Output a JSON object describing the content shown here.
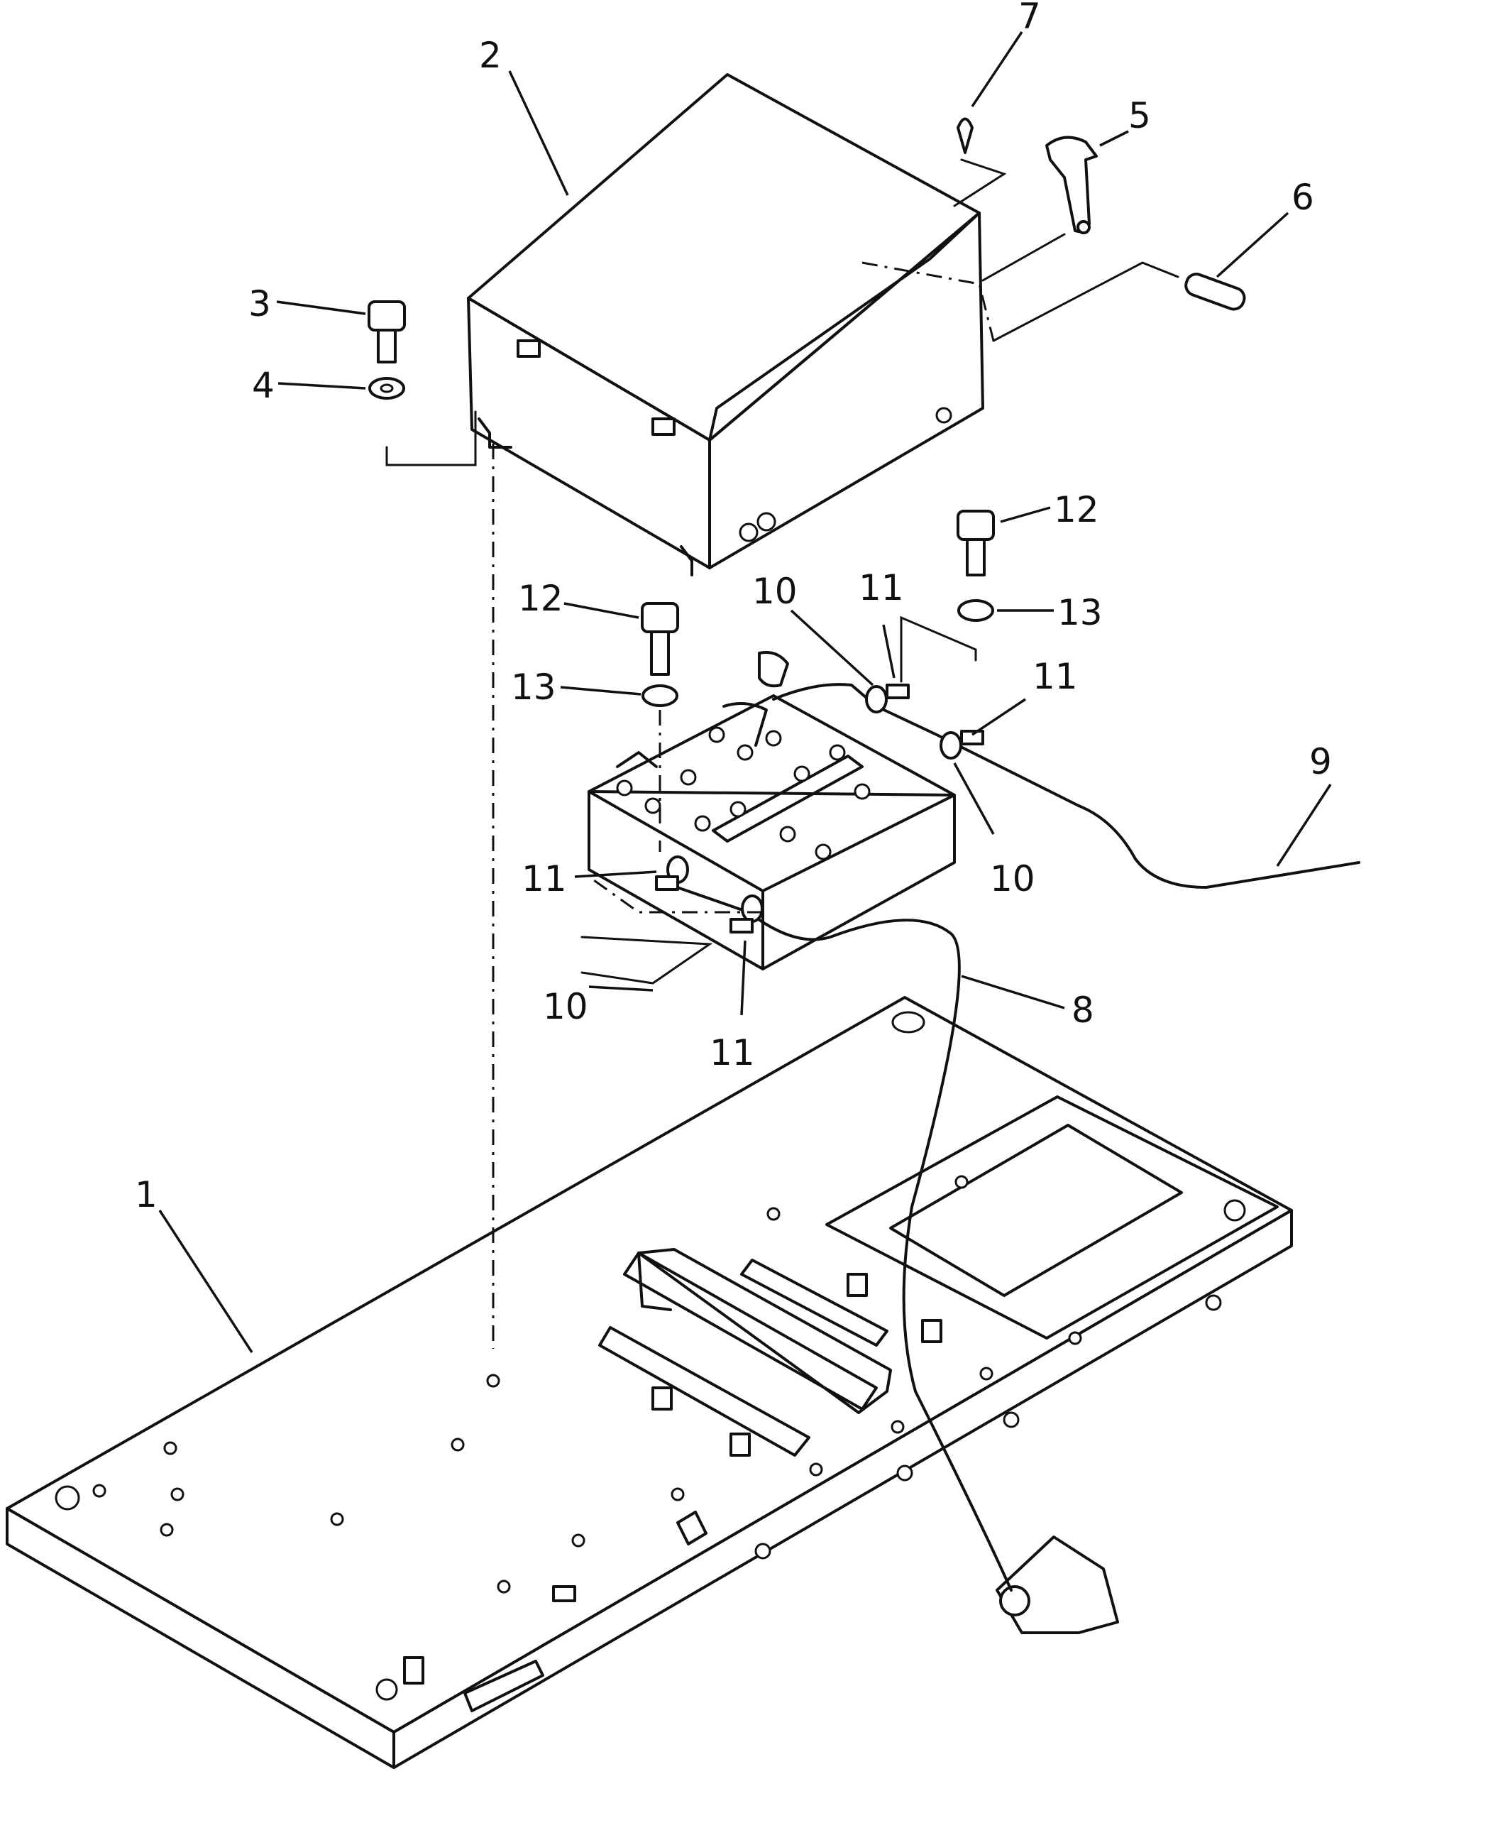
{
  "callouts": {
    "c1": "1",
    "c2": "2",
    "c3": "3",
    "c4": "4",
    "c5": "5",
    "c6": "6",
    "c7": "7",
    "c8": "8",
    "c9": "9",
    "c10a": "10",
    "c10b": "10",
    "c10c": "10",
    "c11a": "11",
    "c11b": "11",
    "c11c": "11",
    "c11d": "11",
    "c12a": "12",
    "c12b": "12",
    "c13a": "13",
    "c13b": "13"
  }
}
